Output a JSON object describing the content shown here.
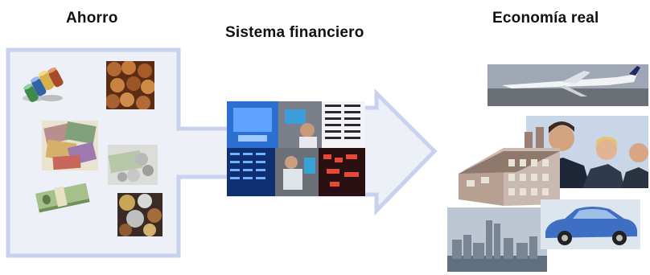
{
  "labels": {
    "savings": "Ahorro",
    "financial_system": "Sistema financiero",
    "real_economy": "Economía real"
  },
  "colors": {
    "flow_fill": "#eef0f8",
    "flow_stroke": "#c8d2ee",
    "text": "#111111"
  },
  "images": {
    "savings": [
      "coin-rolls",
      "pennies-pile",
      "banknote-pile",
      "dollars-and-coins",
      "dollar-bundle",
      "foreign-coins"
    ],
    "financial_system": [
      "trading-screens",
      "trading-floor-collage"
    ],
    "real_economy": [
      "airplane",
      "businesspeople",
      "factory",
      "city-skyline",
      "car"
    ]
  }
}
